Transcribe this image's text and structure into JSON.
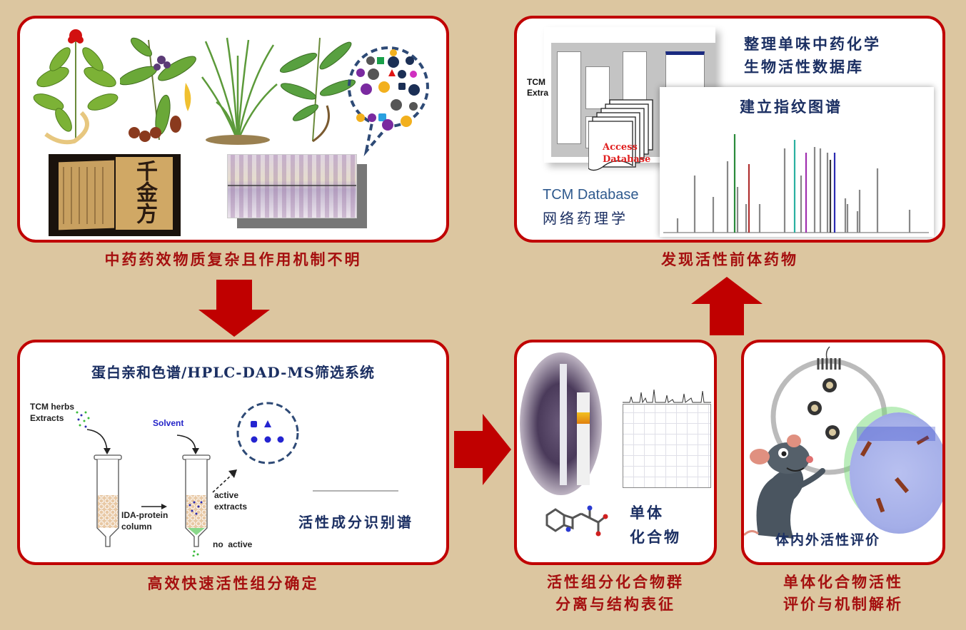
{
  "colors": {
    "background": "#dcc6a0",
    "panel_border": "#c00000",
    "caption_text": "#a50f0f",
    "navy_text": "#1b2f62",
    "arrow": "#c00000"
  },
  "panel_1": {
    "caption": "中药药效物质复杂且作用机制不明",
    "book_title": "千金方",
    "plants": [
      "ginseng-plant",
      "berry-plant",
      "grass-plant",
      "bamboo-plant"
    ],
    "bubble_icon": "compound-dots-bubble",
    "tlc_plate_icon": "tlc-plate"
  },
  "panel_2": {
    "caption": "发现活性前体药物",
    "heading_line1": "整理单味中药化学",
    "heading_line2": "生物活性数据库",
    "fingerprint_label": "建立指纹图谱",
    "db_label_en": "TCM Database",
    "db_label_cn": "网络药理学",
    "side_label_line1": "TCM",
    "side_label_line2": "Extra",
    "access_line1": "Access",
    "access_line2": "Database"
  },
  "panel_3": {
    "caption": "高效快速活性组分确定",
    "title": "蛋白亲和色谱/HPLC-DAD-MS筛选系统",
    "herbs_label_line1": "TCM herbs",
    "herbs_label_line2": "Extracts",
    "solvent_label": "Solvent",
    "column_label_line1": "IDA-protein",
    "column_label_line2": "column",
    "active_label_line1": "active",
    "active_label_line2": "extracts",
    "no_active_label": "no  active",
    "spectrum_label": "活性成分识别谱"
  },
  "panel_4": {
    "caption_line1": "活性组分化合物群",
    "caption_line2": "分离与结构表征",
    "label_line1": "单体",
    "label_line2": "化合物"
  },
  "panel_5": {
    "caption_line1": "单体化合物活性",
    "caption_line2": "评价与机制解析",
    "label": "体内外活性评价"
  },
  "flow_arrows": [
    {
      "direction": "down",
      "from": "panel_1",
      "to": "panel_3"
    },
    {
      "direction": "right",
      "from": "panel_3",
      "to": "panel_4"
    },
    {
      "direction": "up",
      "from": "panel_5",
      "to": "panel_2"
    }
  ]
}
